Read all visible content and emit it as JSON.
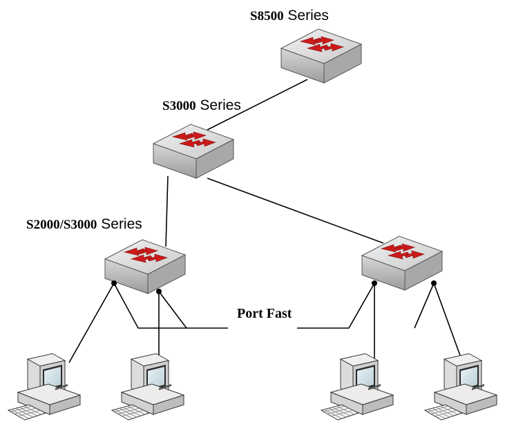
{
  "labels": {
    "s8500": {
      "model": "S8500",
      "suffix": " Series"
    },
    "s3000": {
      "model": "S3000",
      "suffix": " Series"
    },
    "s2000": {
      "model": "S2000/S3000",
      "suffix": " Series"
    },
    "port_fast": "Port Fast"
  },
  "colors": {
    "switch_top": "#d4d4d4",
    "switch_side": "#b0b0b0",
    "arrow": "#cc1a1a",
    "line": "#000000"
  },
  "icons": [
    "switch-icon",
    "computer-icon"
  ]
}
